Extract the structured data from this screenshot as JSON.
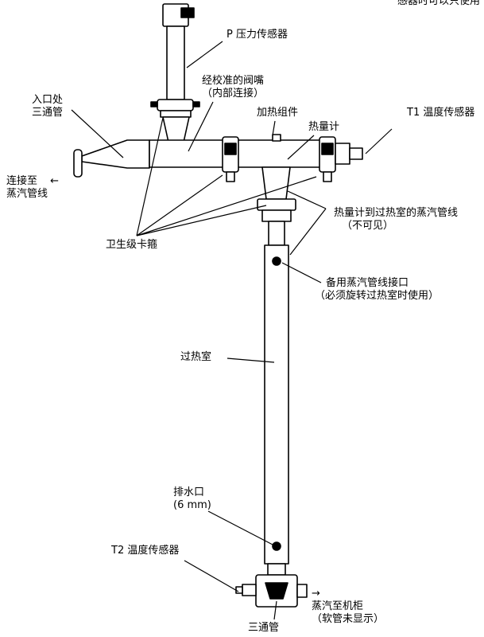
{
  "header_fragment": "感器时可以只使用",
  "labels": {
    "p_sensor": "P 压力传感器",
    "valve": [
      "经校准的阀嘴",
      "（内部连接）"
    ],
    "inlet_tee": [
      "入口处",
      "三通管"
    ],
    "heater": "加热组件",
    "calorimeter": "热量计",
    "t1_sensor": "T1 温度传感器",
    "connect_line": [
      "连接至",
      "蒸汽管线"
    ],
    "steam_line": [
      "热量计到过热室的蒸汽管线",
      "（不可见）"
    ],
    "sanitary_clamp": "卫生级卡箍",
    "backup_port": [
      "备用蒸汽管线接口",
      "（必须旋转过热室时使用）"
    ],
    "superheat": "过热室",
    "drain": [
      "排水口",
      "(6 mm)"
    ],
    "t2_sensor": "T2 温度传感器",
    "to_cabinet": [
      "蒸汽至机柜",
      "（软管未显示）"
    ],
    "bottom_tee": "三通管"
  },
  "arrows": {
    "left": "←",
    "right": "→"
  }
}
